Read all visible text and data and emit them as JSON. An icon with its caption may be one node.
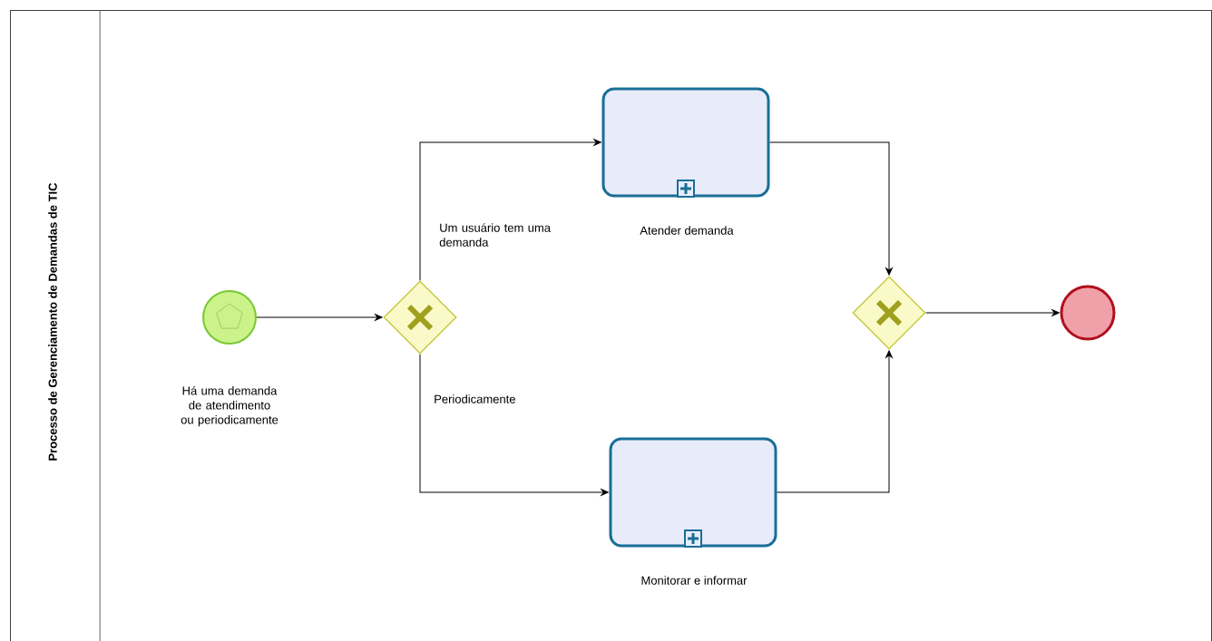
{
  "diagram": {
    "nodes": [
      {
        "text": [
          "Processo de Gerenciamento de Demandas de TIC"
        ]
      },
      {
        "text": [],
        "shape": "circle",
        "beside": [
          "Há uma demanda de atendimento ou periodicamente"
        ],
        "in": 0
      },
      {
        "text": [],
        "shape": "diamond",
        "in": 0
      },
      {
        "text": [
          "Atender demanda"
        ],
        "in": 0
      },
      {
        "text": [
          "Monitorar e informar"
        ],
        "in": 0
      },
      {
        "text": [],
        "shape": "diamond",
        "in": 0
      },
      {
        "text": [],
        "shape": "circle",
        "in": 0
      }
    ],
    "edges": [
      {
        "from": 1,
        "to": 2,
        "arrow": "to"
      },
      {
        "from": 2,
        "to": 3,
        "arrow": "to",
        "label": "Um usuário tem uma demanda"
      },
      {
        "from": 2,
        "to": 4,
        "arrow": "to",
        "label": "Periodicamente"
      },
      {
        "from": 3,
        "to": 5,
        "arrow": "to"
      },
      {
        "from": 4,
        "to": 5,
        "arrow": "to"
      },
      {
        "from": 5,
        "to": 6,
        "arrow": "to"
      }
    ]
  }
}
